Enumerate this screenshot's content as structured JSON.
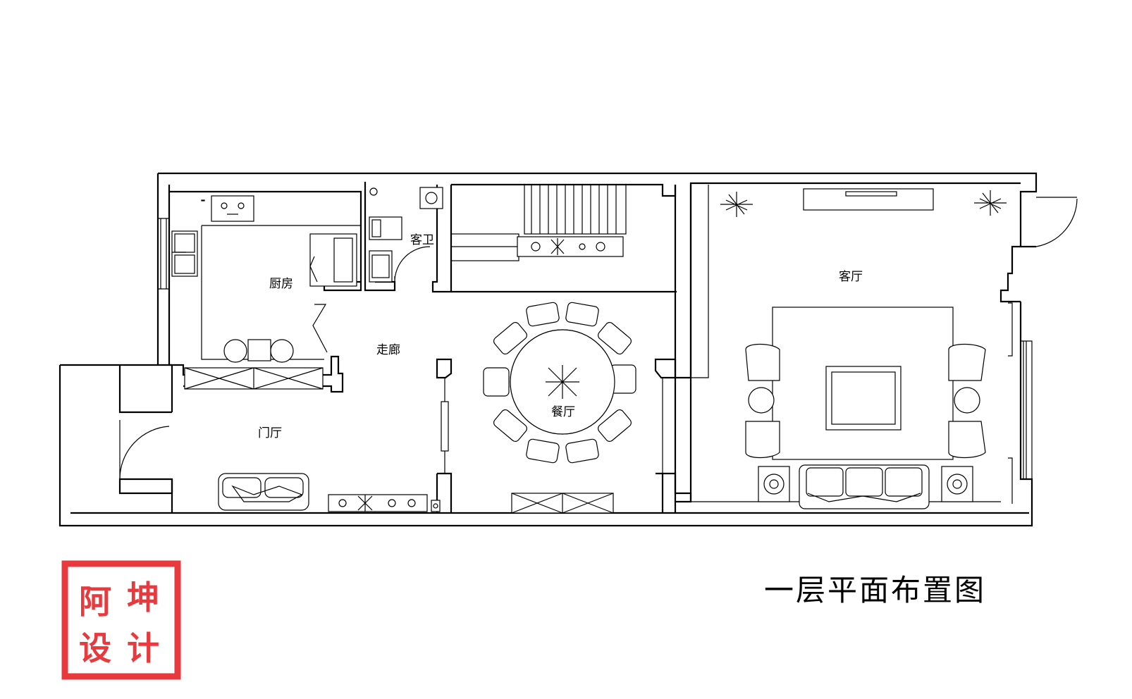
{
  "title": "一层平面布置图",
  "rooms": {
    "kitchen": "厨房",
    "guest_bath": "客卫",
    "corridor": "走廊",
    "dining": "餐厅",
    "foyer": "门厅",
    "living": "客厅"
  },
  "seal": {
    "chars": [
      "阿",
      "坤",
      "设",
      "计"
    ],
    "color": "#e8393f"
  }
}
